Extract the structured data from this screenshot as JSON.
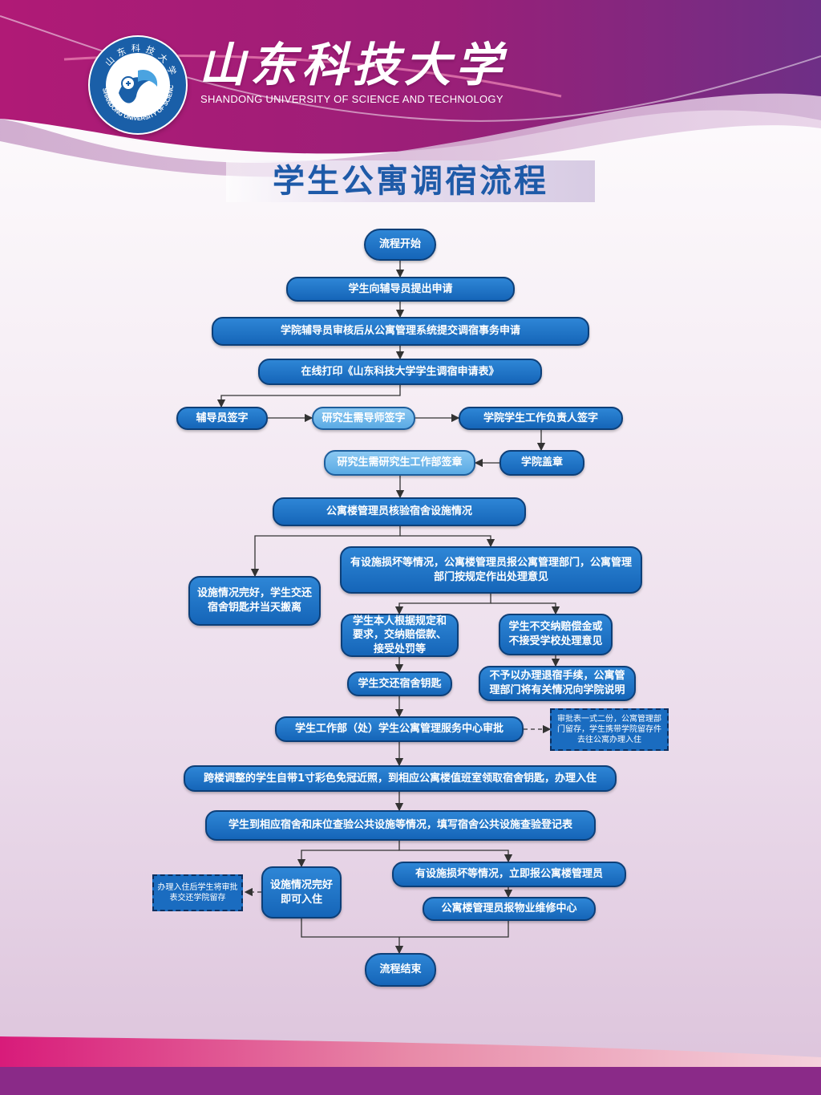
{
  "header": {
    "university_cn": "山东科技大学",
    "university_en": "SHANDONG UNIVERSITY OF SCIENCE AND TECHNOLOGY",
    "emblem_ring_text": "SHANDONG UNIVERSITY OF SCIENCE AND TECHNOLOGY",
    "emblem_top_text": "山东科技大学"
  },
  "title": "学生公寓调宿流程",
  "nodes": {
    "start": "流程开始",
    "apply": "学生向辅导员提出申请",
    "submit": "学院辅导员审核后从公寓管理系统提交调宿事务申请",
    "print": "在线打印《山东科技大学学生调宿申请表》",
    "counselor_sign": "辅导员签字",
    "tutor_sign": "研究生需导师签字",
    "college_leader_sign": "学院学生工作负责人签字",
    "grad_stamp": "研究生需研究生工作部签章",
    "college_stamp": "学院盖章",
    "inspect": "公寓楼管理员核验宿舍设施情况",
    "damage_report": "有设施损坏等情况，公寓楼管理员报公寓管理部门，公寓管理部门按规定作出处理意见",
    "facility_ok": "设施情况完好，学生交还宿舍钥匙并当天搬离",
    "pay_compensation": "学生本人根据规定和要求，交纳赔偿款、接受处罚等",
    "refuse": "学生不交纳赔偿金或不接受学校处理意见",
    "return_key": "学生交还宿舍钥匙",
    "no_checkout": "不予以办理退宿手续，公寓管理部门将有关情况向学院说明",
    "approve": "学生工作部（处）学生公寓管理服务中心审批",
    "approve_note": "审批表一式二份，公寓管理部门留存，学生携带学院留存件去往公寓办理入住",
    "checkin": "跨楼调整的学生自带1寸彩色免冠近照，到相应公寓楼值班室领取宿舍钥匙，办理入住",
    "check_facility": "学生到相应宿舍和床位查验公共设施等情况，填写宿舍公共设施查验登记表",
    "checkin_note": "办理入住后学生将审批表交还学院留存",
    "ok_checkin": "设施情况完好即可入住",
    "damage_now": "有设施损坏等情况，立即报公寓楼管理员",
    "report_property": "公寓楼管理员报物业维修中心",
    "end": "流程结束"
  },
  "colors": {
    "node_fill": "#1a6cc0",
    "node_light_fill": "#6fb7ea",
    "title_text": "#1e5aa8",
    "header_magenta": "#a0186e",
    "header_purple": "#7a3f8a"
  }
}
